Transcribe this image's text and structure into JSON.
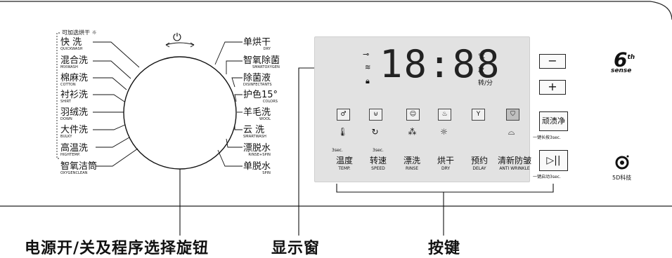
{
  "optional_dry_header": "可加选烘干",
  "left_programs": [
    {
      "zh": "快  洗",
      "en": "QUICKWASH"
    },
    {
      "zh": "混合洗",
      "en": "MIXWASH"
    },
    {
      "zh": "棉麻洗",
      "en": "COTTON"
    },
    {
      "zh": "衬衫洗",
      "en": "SHIRT"
    },
    {
      "zh": "羽绒洗",
      "en": "DOWN"
    },
    {
      "zh": "大件洗",
      "en": "BULKY"
    },
    {
      "zh": "高温洗",
      "en": "HIGHTEMP."
    },
    {
      "zh": "智氧洁筒",
      "en": "OXYGENCLEAN"
    }
  ],
  "right_programs": [
    {
      "zh": "单烘干",
      "en": "DRY"
    },
    {
      "zh": "智氧除菌",
      "en": "SMARTOXYGEN"
    },
    {
      "zh": "除菌液",
      "en": "DISINFECTANTS"
    },
    {
      "zh": "护色15°",
      "en": "COLORS"
    },
    {
      "zh": "羊毛洗",
      "en": "WOOL"
    },
    {
      "zh": "云  洗",
      "en": "SMARTWASH"
    },
    {
      "zh": "漂脱水",
      "en": "RINSE+SPIN"
    },
    {
      "zh": "单脱水",
      "en": "SPIN"
    }
  ],
  "display": {
    "digits": "18:88",
    "unit_temp": "℃",
    "unit_times": "次",
    "unit_speed": "转/分"
  },
  "keys": [
    {
      "zh": "温度",
      "en": "TEMP.",
      "hold": "3sec."
    },
    {
      "zh": "转速",
      "en": "SPEED",
      "hold": "3sec."
    },
    {
      "zh": "漂洗",
      "en": "RINSE",
      "hold": ""
    },
    {
      "zh": "烘干",
      "en": "DRY",
      "hold": ""
    },
    {
      "zh": "预约",
      "en": "DELAY",
      "hold": ""
    },
    {
      "zh": "清新防皱",
      "en": "ANTI WRINKLE",
      "hold": ""
    }
  ],
  "buttons": {
    "minus": "−",
    "plus": "+",
    "stain_label": "顽渍净",
    "stain_hint": "一键长按3sec.",
    "start_hint": "一键启动3sec."
  },
  "brand": {
    "sixth_num": "6",
    "sixth_sup": "th",
    "sense": "sense",
    "fived": "5D科技"
  },
  "captions": {
    "knob": "电源开/关及程序选择旋钮",
    "display": "显示窗",
    "keys": "按键"
  },
  "icons": {
    "power": "power-icon",
    "lock": "child-lock-icon",
    "wifi": "wifi-icon",
    "key": "key-icon"
  }
}
